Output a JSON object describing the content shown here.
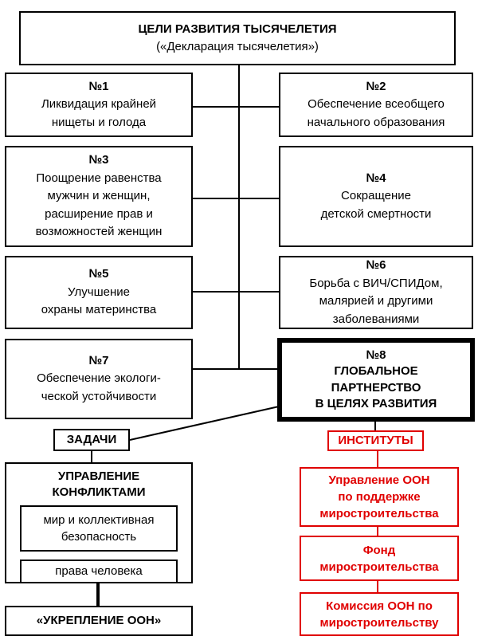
{
  "header": {
    "title": "ЦЕЛИ РАЗВИТИЯ ТЫСЯЧЕЛЕТИЯ",
    "subtitle": "(«Декларация тысячелетия»)"
  },
  "goals": [
    {
      "num": "№1",
      "lines": [
        "Ликвидация крайней",
        "нищеты и голода"
      ]
    },
    {
      "num": "№2",
      "lines": [
        "Обеспечение всеобщего",
        "начального образования"
      ]
    },
    {
      "num": "№3",
      "lines": [
        "Поощрение равенства",
        "мужчин и женщин,",
        "расширение прав и",
        "возможностей женщин"
      ]
    },
    {
      "num": "№4",
      "lines": [
        "Сокращение",
        "детской смертности"
      ]
    },
    {
      "num": "№5",
      "lines": [
        "Улучшение",
        "охраны материнства"
      ]
    },
    {
      "num": "№6",
      "lines": [
        "Борьба с ВИЧ/СПИДом,",
        "малярией и другими",
        "заболеваниями"
      ]
    },
    {
      "num": "№7",
      "lines": [
        "Обеспечение экологи-",
        "ческой устойчивости"
      ]
    },
    {
      "num": "№8",
      "lines": [
        "ГЛОБАЛЬНОЕ",
        "ПАРТНЕРСТВО",
        "В ЦЕЛЯХ РАЗВИТИЯ"
      ]
    }
  ],
  "tasks": {
    "label": "ЗАДАЧИ",
    "conflict": {
      "lines": [
        "УПРАВЛЕНИЕ",
        "КОНФЛИКТАМИ"
      ]
    },
    "peace": {
      "lines": [
        "мир и коллективная",
        "безопасность"
      ]
    },
    "rights": "права человека",
    "strengthen": "«УКРЕПЛЕНИЕ ООН»"
  },
  "institutes": {
    "label": "ИНСТИТУТЫ",
    "items": [
      {
        "lines": [
          "Управление ООН",
          "по поддержке",
          "миростроительства"
        ]
      },
      {
        "lines": [
          "Фонд",
          "миростроительства"
        ]
      },
      {
        "lines": [
          "Комиссия ООН по",
          "миростроительству"
        ]
      }
    ]
  },
  "colors": {
    "institutes": "#e00000",
    "lines": "#000000"
  }
}
